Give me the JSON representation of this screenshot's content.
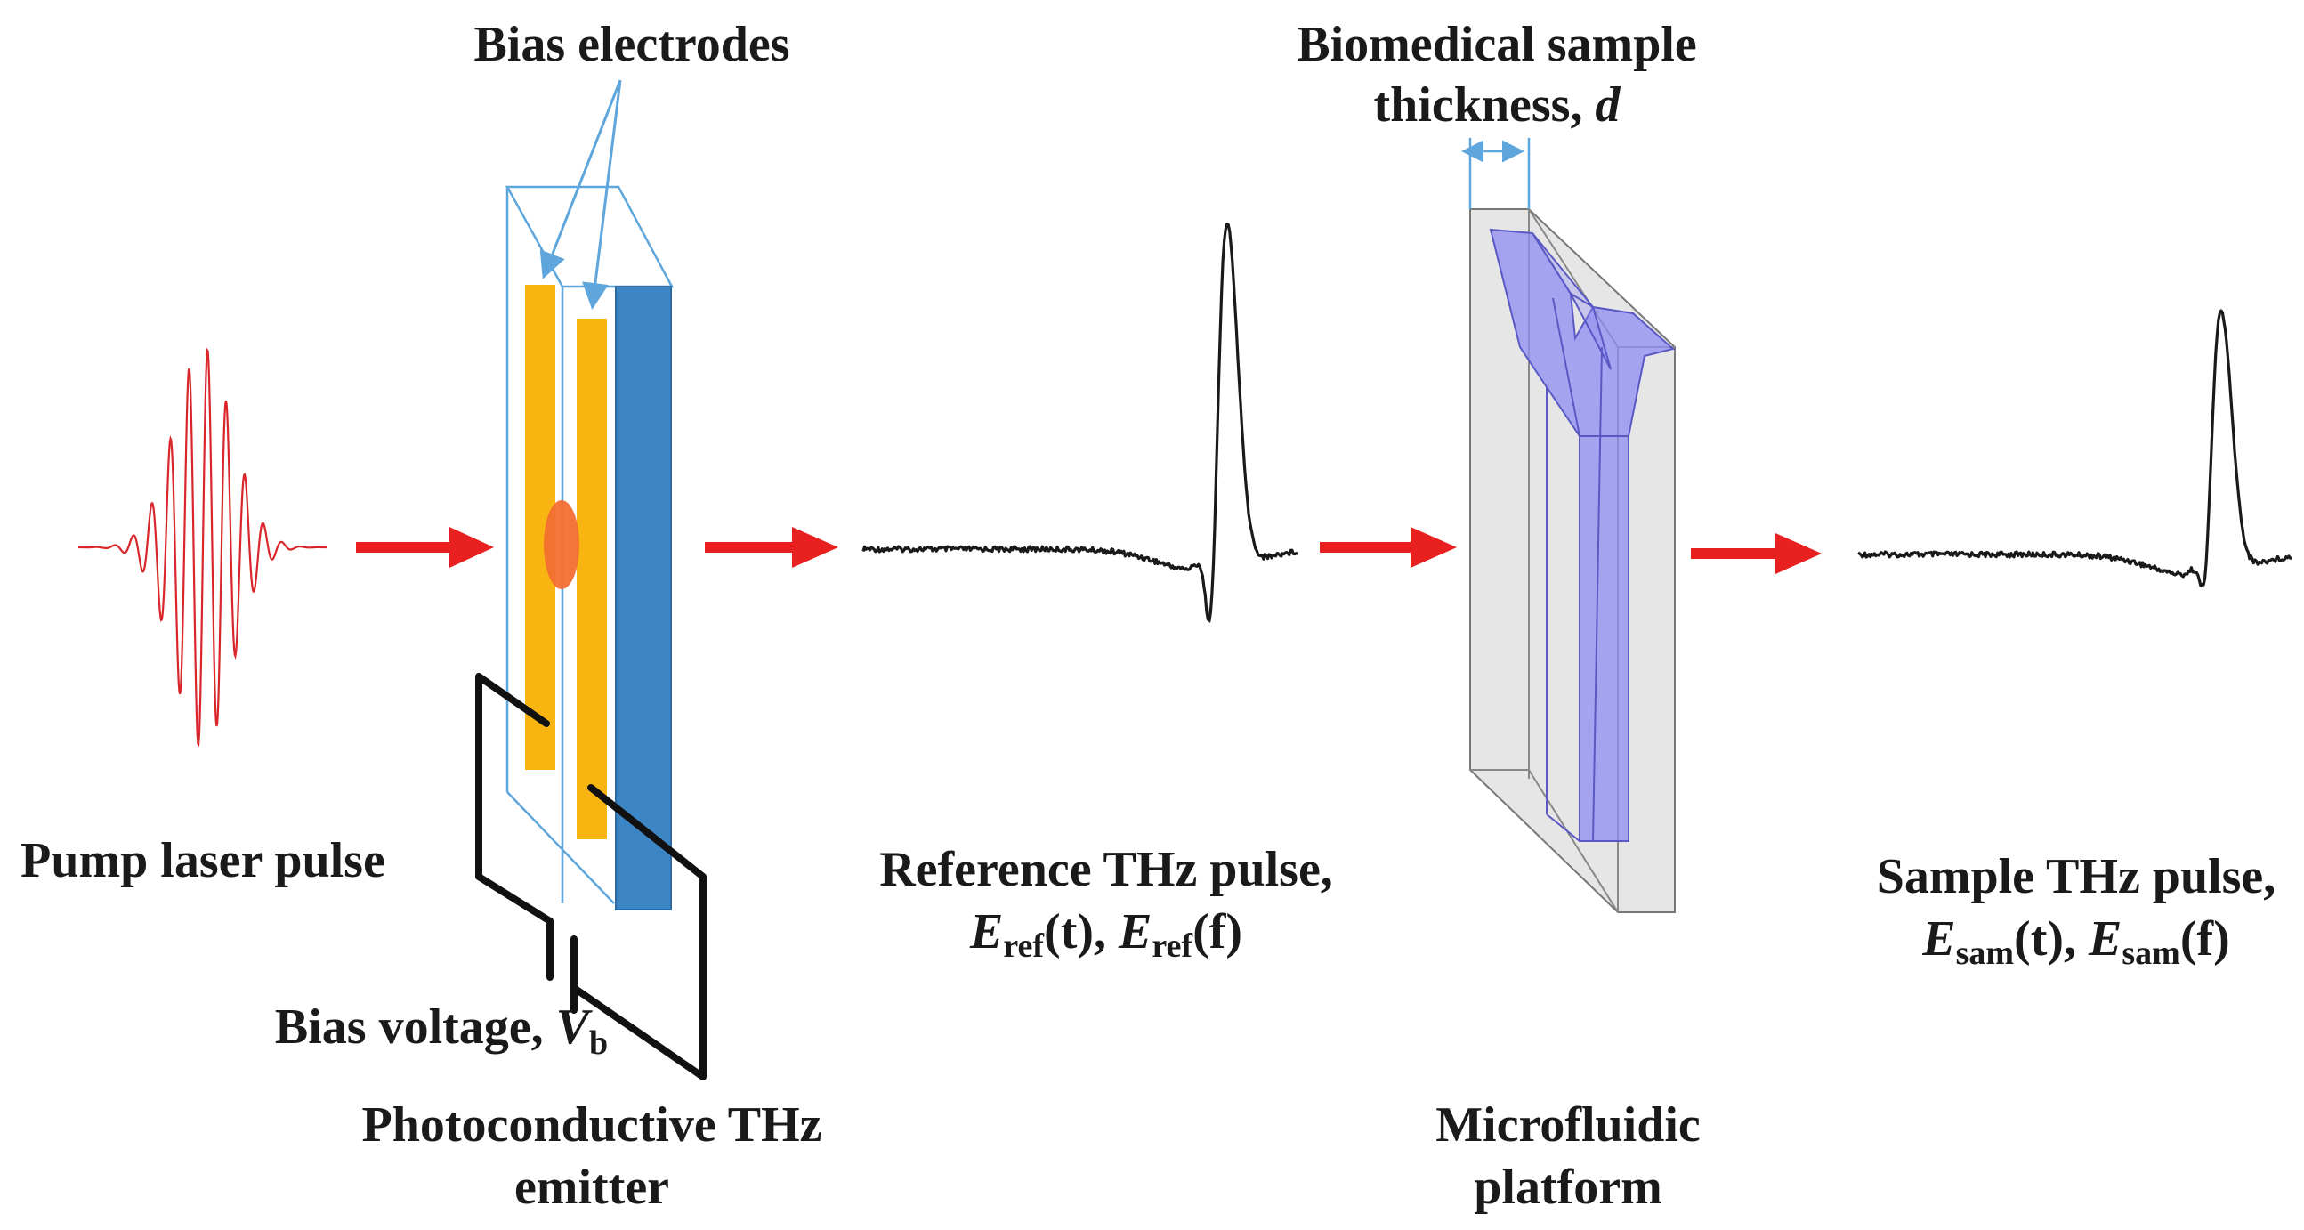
{
  "labels": {
    "bias_electrodes": "Bias electrodes",
    "sample_thickness_line1": "Biomedical sample",
    "sample_thickness_line2": "thickness,",
    "sample_thickness_symbol": "d",
    "pump_laser_pulse": "Pump laser pulse",
    "bias_voltage": "Bias voltage,",
    "bias_voltage_symbol": "V",
    "bias_voltage_sub": "b",
    "emitter_line1": "Photoconductive THz",
    "emitter_line2": "emitter",
    "reference_pulse_line1": "Reference THz pulse,",
    "reference_pulse_symbol": "E",
    "reference_pulse_sub": "ref",
    "reference_pulse_time": "(t), ",
    "reference_pulse_freq": "(f)",
    "platform_line1": "Microfluidic",
    "platform_line2": "platform",
    "sample_pulse_line1": "Sample THz pulse,",
    "sample_pulse_symbol": "E",
    "sample_pulse_sub": "sam",
    "sample_pulse_time": "(t), ",
    "sample_pulse_freq": "(f)"
  },
  "colors": {
    "arrow_red": "#e8201f",
    "laser_pulse": "#d9262b",
    "electrode_orange": "#f8b511",
    "substrate_blue": "#3d86c6",
    "outline_blue": "#5fa6dc",
    "laser_spot": "#f36f33",
    "channel_purple": "#8f8cf3",
    "chip_grey": "#e6e6e6",
    "waveform": "#1a1a1a"
  }
}
